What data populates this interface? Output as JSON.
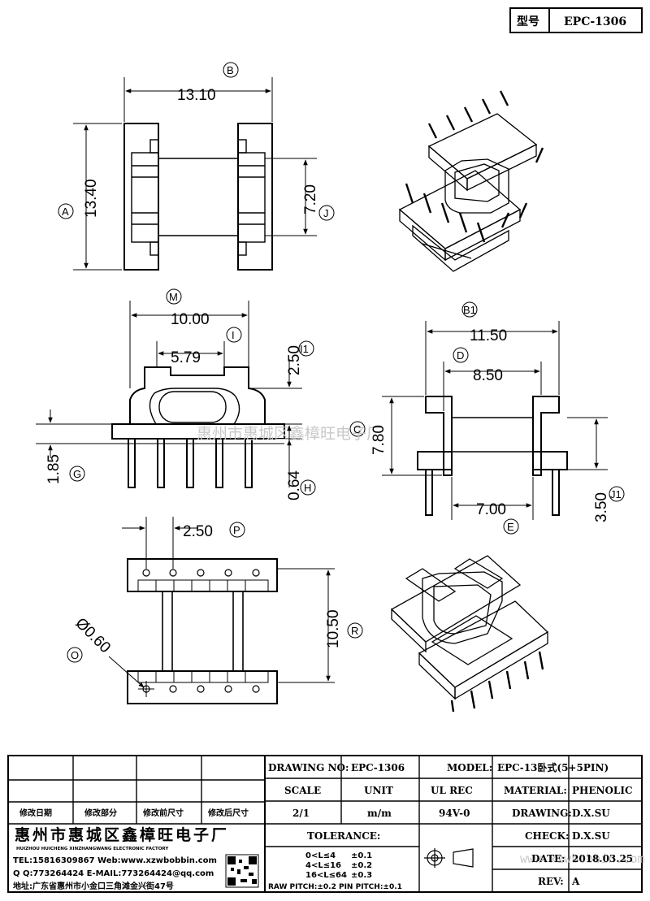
{
  "header": {
    "type_label": "型号",
    "model_code": "EPC-1306"
  },
  "dims": {
    "top_width": "13.10",
    "top_width_letter": "B",
    "top_height": "13.40",
    "top_height_letter": "A",
    "top_inner": "7.20",
    "top_inner_letter": "J",
    "front_width": "10.00",
    "front_width_letter": "M",
    "front_inner": "5.79",
    "front_inner_letter": "I",
    "front_top": "2.50",
    "front_top_letter": "I1",
    "front_flange": "1.85",
    "front_flange_letter": "G",
    "front_pin": "0.64",
    "front_pin_letter": "H",
    "side_width": "11.50",
    "side_width_letter": "B1",
    "side_inner": "8.50",
    "side_inner_letter": "D",
    "side_height": "7.80",
    "side_height_letter": "C",
    "side_low": "7.00",
    "side_low_letter": "E",
    "side_right": "3.50",
    "side_right_letter": "J1",
    "bottom_pitch": "2.50",
    "bottom_pitch_letter": "P",
    "bottom_height": "10.50",
    "bottom_height_letter": "R",
    "pin_dia": "Ø0.60",
    "pin_dia_letter": "O"
  },
  "watermark": {
    "cn": "惠州市惠城区鑫樟旺电子厂",
    "url": "www.xzwbobbin.com"
  },
  "title_block": {
    "revision_headers": [
      "修改日期",
      "修改部分",
      "修改前尺寸",
      "修改后尺寸"
    ],
    "drawing_no_label": "DRAWING NO:",
    "drawing_no": "EPC-1306",
    "model_label": "MODEL:",
    "model": "EPC-13卧式(5+5PIN)",
    "scale_label": "SCALE",
    "unit_label": "UNIT",
    "ul_label": "UL REC",
    "material_label": "MATERIAL:",
    "material": "PHENOLIC",
    "scale": "2/1",
    "unit": "m/m",
    "ul": "94V-0",
    "drawing_label": "DRAWING:",
    "drawing": "D.X.SU",
    "check_label": "CHECK:",
    "check": "D.X.SU",
    "date_label": "DATE:",
    "date": "2018.03.25",
    "rev_label": "REV:",
    "rev": "A",
    "tolerance_label": "TOLERANCE:",
    "tol_rows": [
      {
        "range": "0<L≤4",
        "tol": "±0.1"
      },
      {
        "range": "4<L≤16",
        "tol": "±0.2"
      },
      {
        "range": "16<L≤64",
        "tol": "±0.3"
      }
    ],
    "pitch_note": "RAW PITCH:±0.2 PIN PITCH:±0.1",
    "company_cn": "惠州市惠城区鑫樟旺电子厂",
    "company_en": "HUIZHOU HUICHENG XINZHANGWANG ELECTRONIC FACTORY",
    "tel": "TEL:15816309867 Web:www.xzwbobbin.com",
    "qq": "Q Q:773264424 E-MAIL:773264424@qq.com",
    "address": "地址:广东省惠州市小金口三角滩金兴街47号"
  }
}
